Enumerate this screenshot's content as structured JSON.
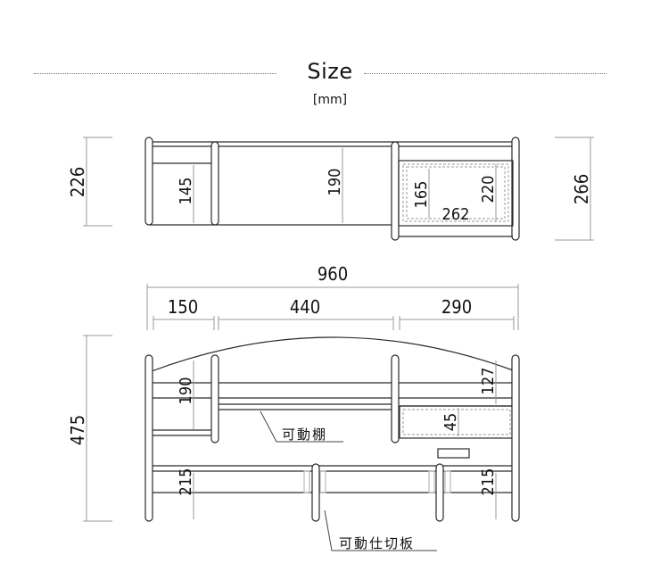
{
  "header": {
    "title": "Size",
    "unit": "[mm]"
  },
  "top_view": {
    "depth_outer": "226",
    "depth_total": "266",
    "shelf_depth": "145",
    "inner_depth": "190",
    "drawer_inner_depth": "165",
    "drawer_width": "262",
    "drawer_depth": "220"
  },
  "front_view": {
    "total_width": "960",
    "left_width": "150",
    "middle_width": "440",
    "right_width": "290",
    "height": "475",
    "upper_left_height": "190",
    "upper_right_height": "127",
    "drawer_height": "45",
    "lower_left_height": "215",
    "lower_right_height": "215"
  },
  "callouts": {
    "movable_shelf": "可動棚",
    "movable_partition": "可動仕切板"
  }
}
